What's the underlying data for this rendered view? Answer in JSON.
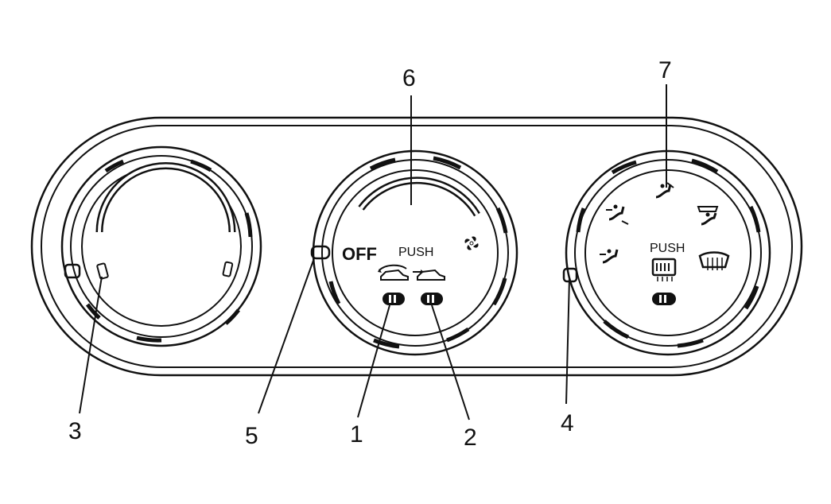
{
  "diagram": {
    "panel": {
      "off_label": "OFF",
      "center_push_label": "PUSH",
      "right_push_label": "PUSH"
    },
    "callouts": [
      {
        "id": "6",
        "label": "6"
      },
      {
        "id": "7",
        "label": "7"
      },
      {
        "id": "3",
        "label": "3"
      },
      {
        "id": "5",
        "label": "5"
      },
      {
        "id": "1",
        "label": "1"
      },
      {
        "id": "2",
        "label": "2"
      },
      {
        "id": "4",
        "label": "4"
      }
    ],
    "icons": {
      "fan": "fan-icon",
      "rear_defrost": "rear-defrost-icon",
      "windshield_defrost": "windshield-defrost-icon",
      "vent_face": "vent-face-icon",
      "vent_bilevel": "vent-bilevel-icon",
      "vent_floor": "vent-floor-icon",
      "vent_floor_defrost": "vent-floor-defrost-icon",
      "recirculation": "recirculation-icon",
      "fresh_air": "fresh-air-icon"
    },
    "colors": {
      "ink": "#111111",
      "background": "#ffffff"
    }
  }
}
